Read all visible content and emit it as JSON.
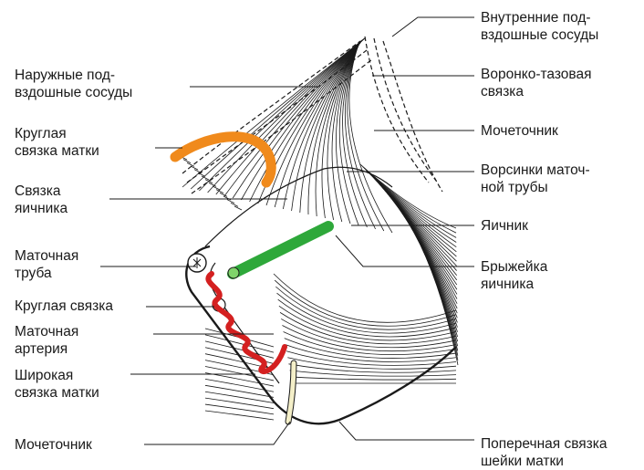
{
  "labels_left": [
    {
      "id": "ext-iliac",
      "text": "Наружные под-\nвздошные сосуды"
    },
    {
      "id": "round-lig-uterus",
      "text": "Круглая\nсвязка матки"
    },
    {
      "id": "ovary-lig",
      "text": "Связка\nяичника"
    },
    {
      "id": "fallopian",
      "text": "Маточная\nтруба"
    },
    {
      "id": "round-lig",
      "text": "Круглая связка"
    },
    {
      "id": "uterine-artery",
      "text": "Маточная\nартерия"
    },
    {
      "id": "broad-lig",
      "text": "Широкая\nсвязка матки"
    },
    {
      "id": "ureter-left",
      "text": "Мочеточник"
    }
  ],
  "labels_right": [
    {
      "id": "int-iliac",
      "text": "Внутренние под-\nвздошные сосуды"
    },
    {
      "id": "infundibulo",
      "text": "Воронко-тазовая\nсвязка"
    },
    {
      "id": "ureter-right",
      "text": "Мочеточник"
    },
    {
      "id": "fimbriae",
      "text": "Ворсинки маточ-\nной трубы"
    },
    {
      "id": "ovary",
      "text": "Яичник"
    },
    {
      "id": "mesovarium",
      "text": "Брыжейка\nяичника"
    },
    {
      "id": "cardinal",
      "text": "Поперечная связка\nшейки матки"
    }
  ],
  "colors": {
    "line": "#1a1a1a",
    "round_ligament": "#f08a1c",
    "ovarian_ligament": "#2ea83a",
    "uterine_artery": "#d42020",
    "ureter": "#f4efc8"
  }
}
